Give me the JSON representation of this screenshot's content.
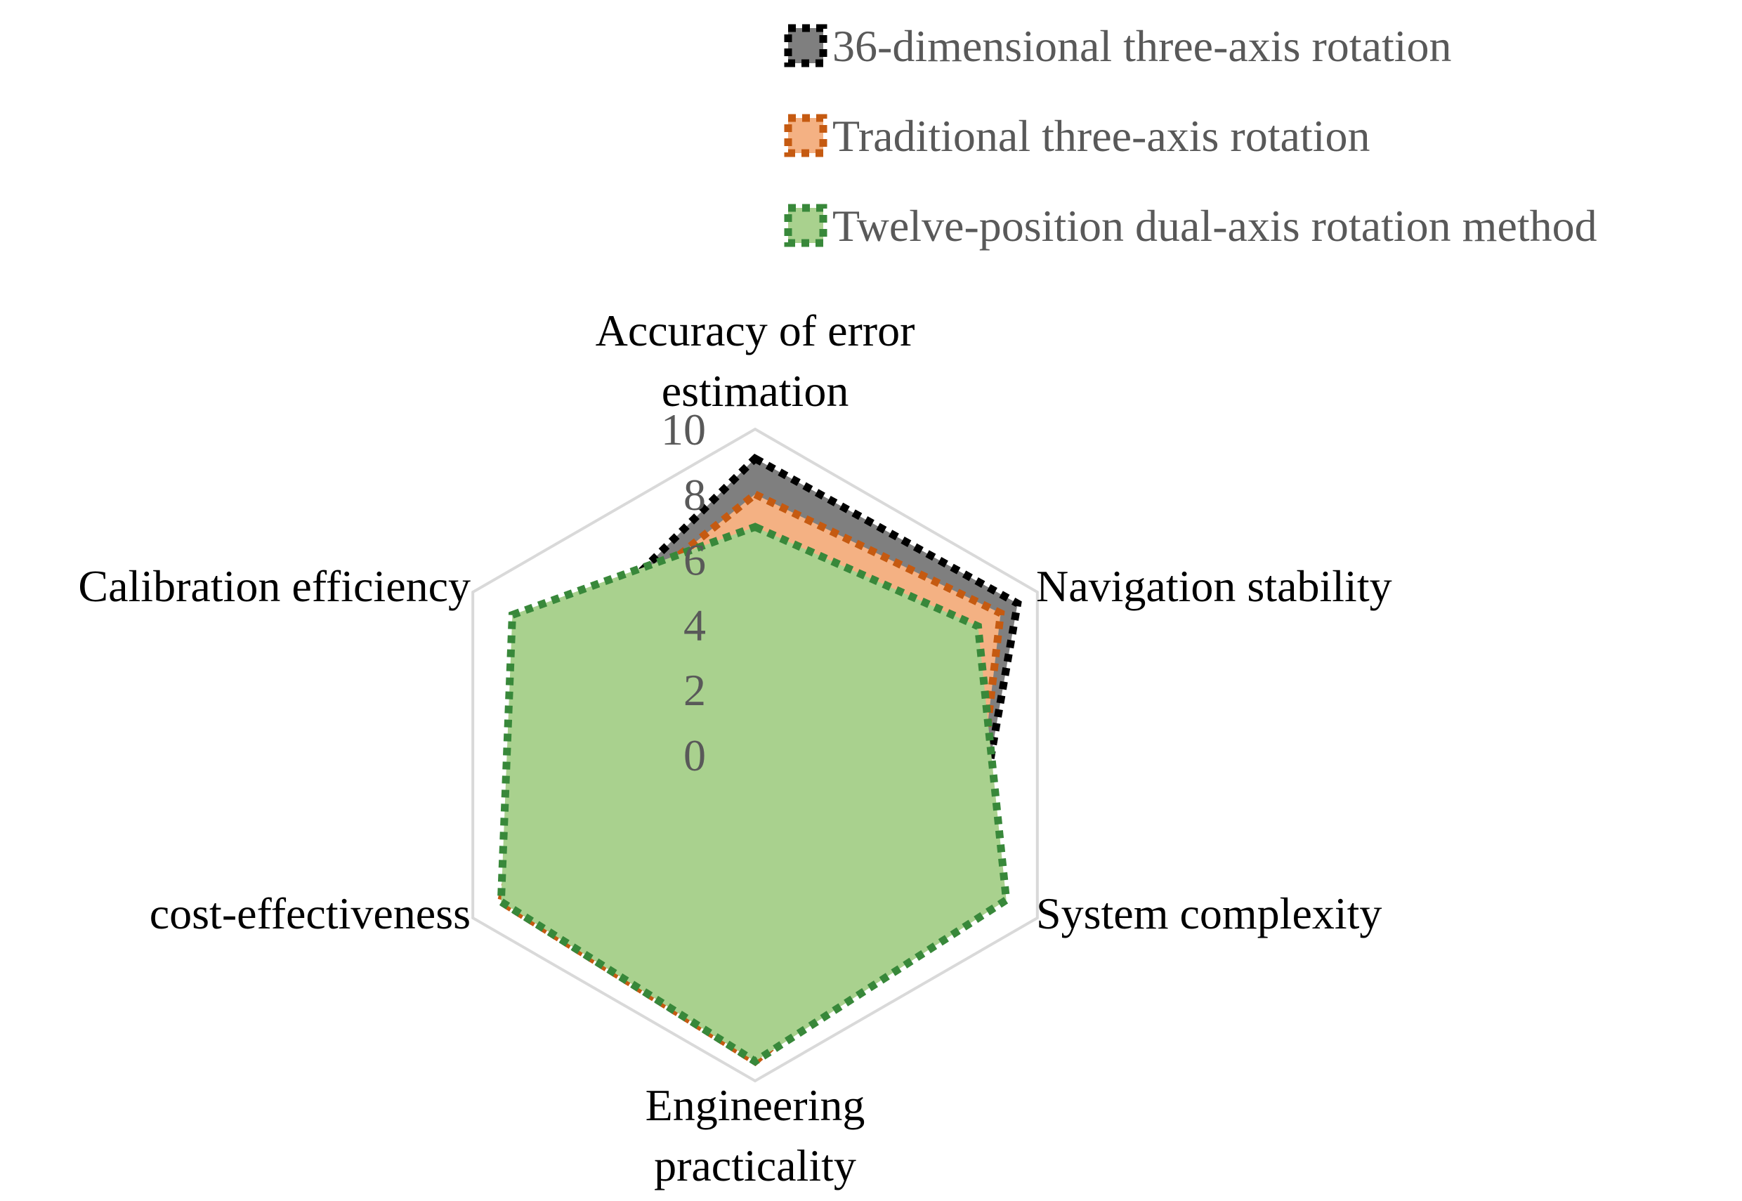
{
  "chart_data": {
    "type": "radar",
    "axes": [
      "Accuracy of error estimation",
      "Navigation stability",
      "System complexity",
      "Engineering practicality",
      "cost-effectiveness",
      "Calibration efficiency"
    ],
    "rlim": [
      0,
      10
    ],
    "ticks": [
      "0",
      "2",
      "4",
      "6",
      "8",
      "10"
    ],
    "grid": "outer hexagon only",
    "legend_position": "top-right",
    "series": [
      {
        "name": "36-dimensional three-axis rotation",
        "values": [
          9.1,
          9.3,
          7.6,
          9.4,
          9.0,
          6.7
        ],
        "fill": "#7f7f7f",
        "line": "#000000"
      },
      {
        "name": "Traditional three-axis rotation",
        "values": [
          8.0,
          8.7,
          7.6,
          9.4,
          9.0,
          6.7
        ],
        "fill": "#f4b183",
        "line": "#c55a11"
      },
      {
        "name": "Twelve-position dual-axis rotation method",
        "values": [
          7.0,
          7.9,
          8.9,
          9.4,
          9.0,
          8.6
        ],
        "fill": "#a9d18e",
        "line": "#38883a"
      }
    ]
  }
}
